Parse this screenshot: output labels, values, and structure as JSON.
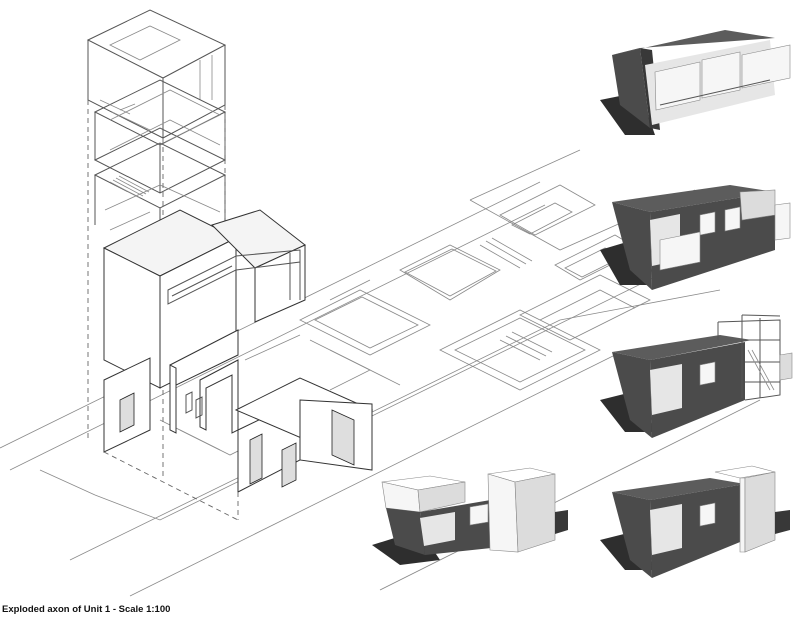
{
  "caption": "Exploded axon of Unit 1 - Scale 1:100",
  "drawing": {
    "main": "exploded-axonometric-drawing",
    "thumbnails": [
      "massing-stage-1",
      "massing-stage-2",
      "massing-stage-3",
      "massing-stage-4",
      "massing-stage-5"
    ]
  },
  "colors": {
    "line": "#8a8a8a",
    "dark_volume": "#4b4b4b",
    "shadow": "#2e2e2e",
    "background": "#ffffff"
  }
}
